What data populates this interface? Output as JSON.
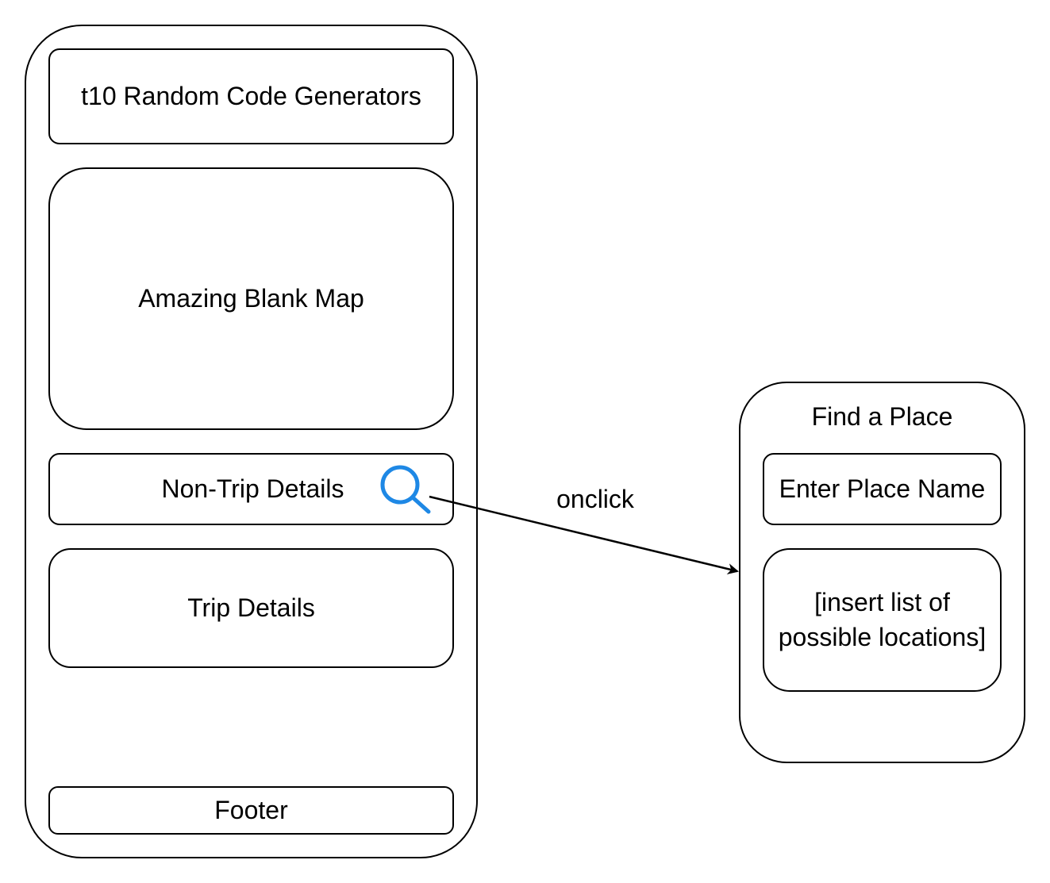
{
  "phone": {
    "header_title": "t10 Random Code Generators",
    "map_label": "Amazing Blank Map",
    "non_trip_label": "Non-Trip Details",
    "trip_label": "Trip Details",
    "footer_label": "Footer",
    "search_icon": "search-icon"
  },
  "edge": {
    "label": "onclick"
  },
  "modal": {
    "title": "Find a Place",
    "input_label": "Enter Place Name",
    "list_label": "[insert list of possible locations]"
  },
  "colors": {
    "stroke": "#000000",
    "icon": "#1e88e5",
    "background": "#ffffff"
  }
}
